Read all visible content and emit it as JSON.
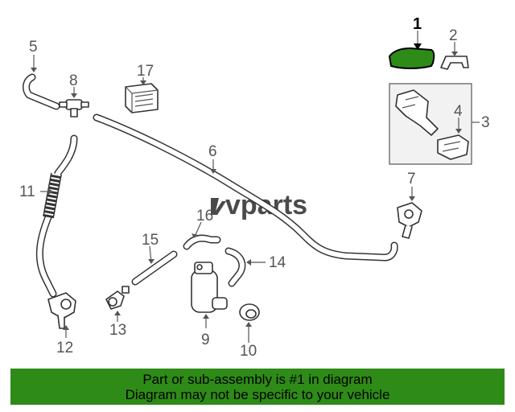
{
  "watermark": "vparts",
  "callouts": [
    {
      "id": "c1",
      "label": "1"
    },
    {
      "id": "c2",
      "label": "2"
    },
    {
      "id": "c3",
      "label": "3"
    },
    {
      "id": "c4",
      "label": "4"
    },
    {
      "id": "c5",
      "label": "5"
    },
    {
      "id": "c6",
      "label": "6"
    },
    {
      "id": "c7",
      "label": "7"
    },
    {
      "id": "c8",
      "label": "8"
    },
    {
      "id": "c9",
      "label": "9"
    },
    {
      "id": "c10",
      "label": "10"
    },
    {
      "id": "c11",
      "label": "11"
    },
    {
      "id": "c12",
      "label": "12"
    },
    {
      "id": "c13",
      "label": "13"
    },
    {
      "id": "c14",
      "label": "14"
    },
    {
      "id": "c15",
      "label": "15"
    },
    {
      "id": "c16",
      "label": "16"
    },
    {
      "id": "c17",
      "label": "17"
    }
  ],
  "banner": {
    "line1": "Part or sub-assembly is #1 in diagram",
    "line2": "Diagram may not be specific to your vehicle",
    "color": "#2e8b17"
  },
  "highlight_color": "#2e8b17"
}
